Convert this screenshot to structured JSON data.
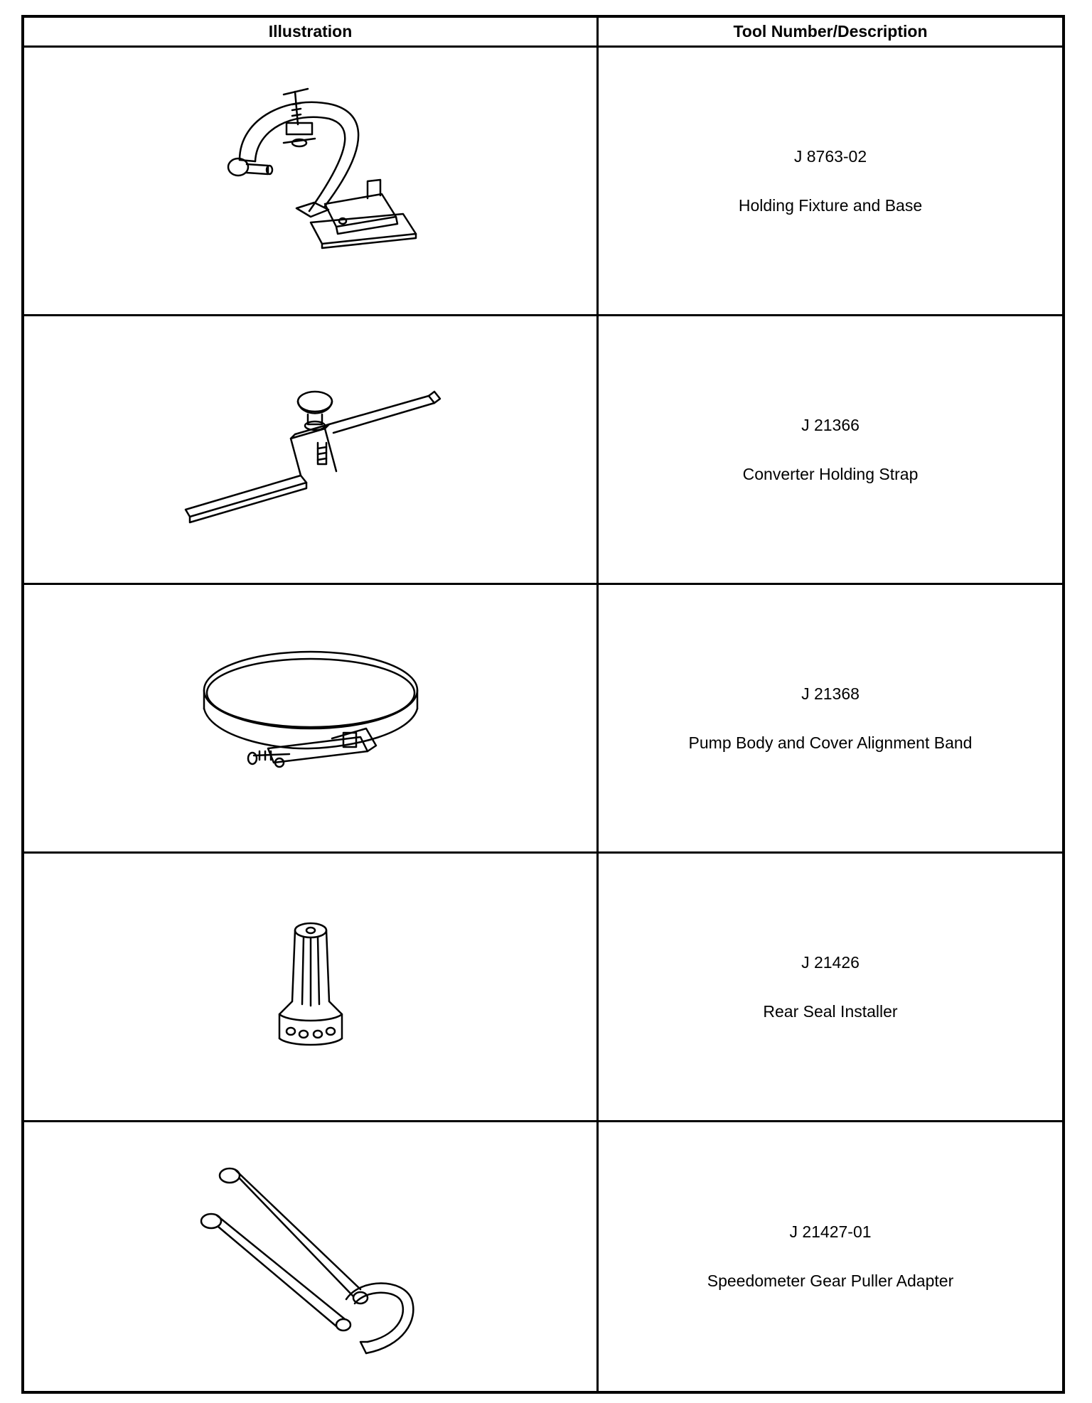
{
  "table": {
    "headers": {
      "illustration": "Illustration",
      "description": "Tool Number/Description"
    },
    "rows": [
      {
        "tool_number": "J 8763-02",
        "description": "Holding Fixture and Base",
        "icon": "holding-fixture-icon"
      },
      {
        "tool_number": "J 21366",
        "description": "Converter Holding Strap",
        "icon": "holding-strap-icon"
      },
      {
        "tool_number": "J 21368",
        "description": "Pump Body and Cover Alignment Band",
        "icon": "alignment-band-icon"
      },
      {
        "tool_number": "J 21426",
        "description": "Rear Seal Installer",
        "icon": "seal-installer-icon"
      },
      {
        "tool_number": "J 21427-01",
        "description": "Speedometer Gear Puller Adapter",
        "icon": "gear-puller-adapter-icon"
      }
    ]
  }
}
